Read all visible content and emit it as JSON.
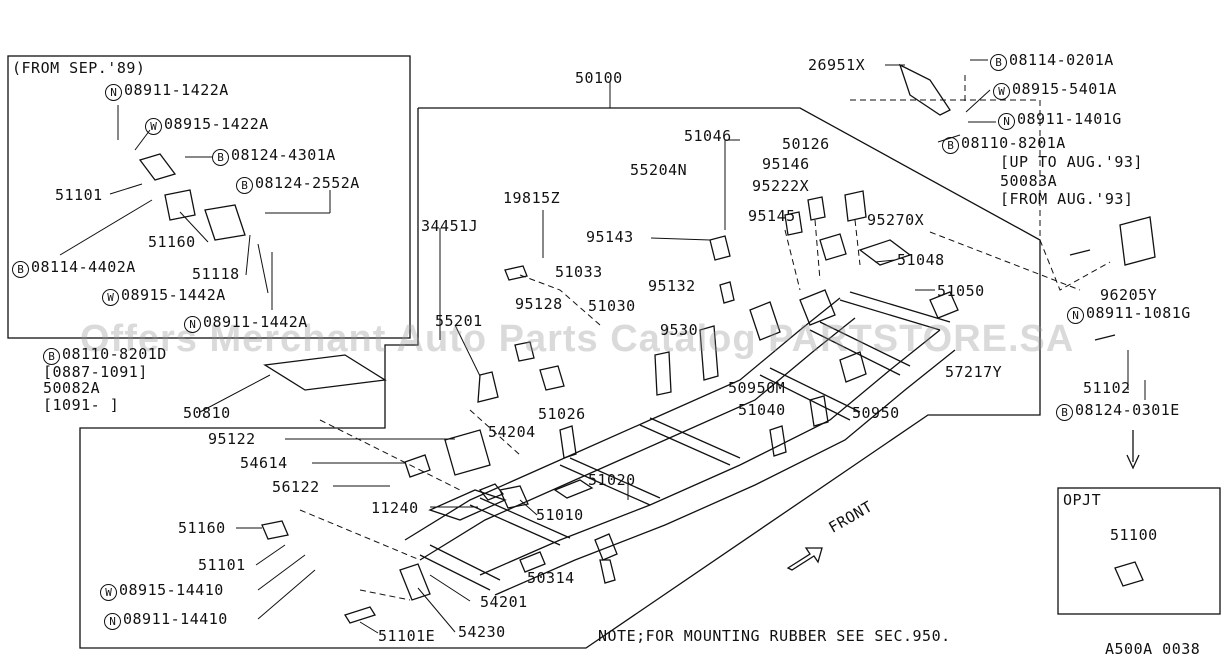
{
  "watermark": "Offers Merchant Auto Parts Catalog PARTSTORE.SA",
  "inset_title": "(FROM SEP.'89)",
  "opt_title": "OPJT",
  "opt_part": "51100",
  "front_label": "FRONT",
  "note": "NOTE;FOR MOUNTING RUBBER SEE SEC.950.",
  "diagram_code": "A500A 0038",
  "labels": [
    {
      "id": "n08911-1422A",
      "sym": "N",
      "text": "08911-1422A"
    },
    {
      "id": "w08915-1422A",
      "sym": "W",
      "text": "08915-1422A"
    },
    {
      "id": "b08124-4301A",
      "sym": "B",
      "text": "08124-4301A"
    },
    {
      "id": "b08124-2552A",
      "sym": "B",
      "text": "08124-2552A"
    },
    {
      "id": "p51101a",
      "sym": "",
      "text": "51101"
    },
    {
      "id": "p51160a",
      "sym": "",
      "text": "51160"
    },
    {
      "id": "b08114-4402A",
      "sym": "B",
      "text": "08114-4402A"
    },
    {
      "id": "p51118",
      "sym": "",
      "text": "51118"
    },
    {
      "id": "w08915-1442A",
      "sym": "W",
      "text": "08915-1442A"
    },
    {
      "id": "n08911-1442A",
      "sym": "N",
      "text": "08911-1442A"
    },
    {
      "id": "p50100",
      "sym": "",
      "text": "50100"
    },
    {
      "id": "p26951X",
      "sym": "",
      "text": "26951X"
    },
    {
      "id": "b08114-0201A",
      "sym": "B",
      "text": "08114-0201A"
    },
    {
      "id": "w08915-5401A",
      "sym": "W",
      "text": "08915-5401A"
    },
    {
      "id": "n08911-1401G",
      "sym": "N",
      "text": "08911-1401G"
    },
    {
      "id": "b08110-8201A",
      "sym": "B",
      "text": "08110-8201A"
    },
    {
      "id": "upto93",
      "sym": "",
      "text": "[UP TO AUG.'93]"
    },
    {
      "id": "p50083A",
      "sym": "",
      "text": "50083A"
    },
    {
      "id": "from93",
      "sym": "",
      "text": "[FROM AUG.'93]"
    },
    {
      "id": "p51046",
      "sym": "",
      "text": "51046"
    },
    {
      "id": "p50126",
      "sym": "",
      "text": "50126"
    },
    {
      "id": "p95146",
      "sym": "",
      "text": "95146"
    },
    {
      "id": "p55204N",
      "sym": "",
      "text": "55204N"
    },
    {
      "id": "p95222X",
      "sym": "",
      "text": "95222X"
    },
    {
      "id": "p95145",
      "sym": "",
      "text": "95145"
    },
    {
      "id": "p95270X",
      "sym": "",
      "text": "95270X"
    },
    {
      "id": "p19815Z",
      "sym": "",
      "text": "19815Z"
    },
    {
      "id": "p34451J",
      "sym": "",
      "text": "34451J"
    },
    {
      "id": "p95143",
      "sym": "",
      "text": "95143"
    },
    {
      "id": "p51048",
      "sym": "",
      "text": "51048"
    },
    {
      "id": "p51033",
      "sym": "",
      "text": "51033"
    },
    {
      "id": "p51050",
      "sym": "",
      "text": "51050"
    },
    {
      "id": "p95132",
      "sym": "",
      "text": "95132"
    },
    {
      "id": "p95128",
      "sym": "",
      "text": "95128"
    },
    {
      "id": "p51030",
      "sym": "",
      "text": "51030"
    },
    {
      "id": "p96205Y",
      "sym": "",
      "text": "96205Y"
    },
    {
      "id": "n08911-1081G",
      "sym": "N",
      "text": "08911-1081G"
    },
    {
      "id": "p55201",
      "sym": "",
      "text": "55201"
    },
    {
      "id": "p9530",
      "sym": "",
      "text": "9530"
    },
    {
      "id": "b08110-8201D",
      "sym": "B",
      "text": "08110-8201D"
    },
    {
      "id": "d0887",
      "sym": "",
      "text": "[0887-1091]"
    },
    {
      "id": "p50082A",
      "sym": "",
      "text": "50082A"
    },
    {
      "id": "d1091",
      "sym": "",
      "text": "[1091-  ]"
    },
    {
      "id": "p57217Y",
      "sym": "",
      "text": "57217Y"
    },
    {
      "id": "p50950M",
      "sym": "",
      "text": "50950M"
    },
    {
      "id": "p51102",
      "sym": "",
      "text": "51102"
    },
    {
      "id": "p50810",
      "sym": "",
      "text": "50810"
    },
    {
      "id": "p51026",
      "sym": "",
      "text": "51026"
    },
    {
      "id": "p51040",
      "sym": "",
      "text": "51040"
    },
    {
      "id": "p50950",
      "sym": "",
      "text": "50950"
    },
    {
      "id": "b08124-0301E",
      "sym": "B",
      "text": "08124-0301E"
    },
    {
      "id": "p95122",
      "sym": "",
      "text": "95122"
    },
    {
      "id": "p54204",
      "sym": "",
      "text": "54204"
    },
    {
      "id": "p54614",
      "sym": "",
      "text": "54614"
    },
    {
      "id": "p56122",
      "sym": "",
      "text": "56122"
    },
    {
      "id": "p51020",
      "sym": "",
      "text": "51020"
    },
    {
      "id": "p11240",
      "sym": "",
      "text": "11240"
    },
    {
      "id": "p51010",
      "sym": "",
      "text": "51010"
    },
    {
      "id": "p51160b",
      "sym": "",
      "text": "51160"
    },
    {
      "id": "p51101b",
      "sym": "",
      "text": "51101"
    },
    {
      "id": "w08915-14410",
      "sym": "W",
      "text": "08915-14410"
    },
    {
      "id": "p50314",
      "sym": "",
      "text": "50314"
    },
    {
      "id": "n08911-14410",
      "sym": "N",
      "text": "08911-14410"
    },
    {
      "id": "p54201",
      "sym": "",
      "text": "54201"
    },
    {
      "id": "p54230",
      "sym": "",
      "text": "54230"
    },
    {
      "id": "p51101E",
      "sym": "",
      "text": "51101E"
    }
  ]
}
